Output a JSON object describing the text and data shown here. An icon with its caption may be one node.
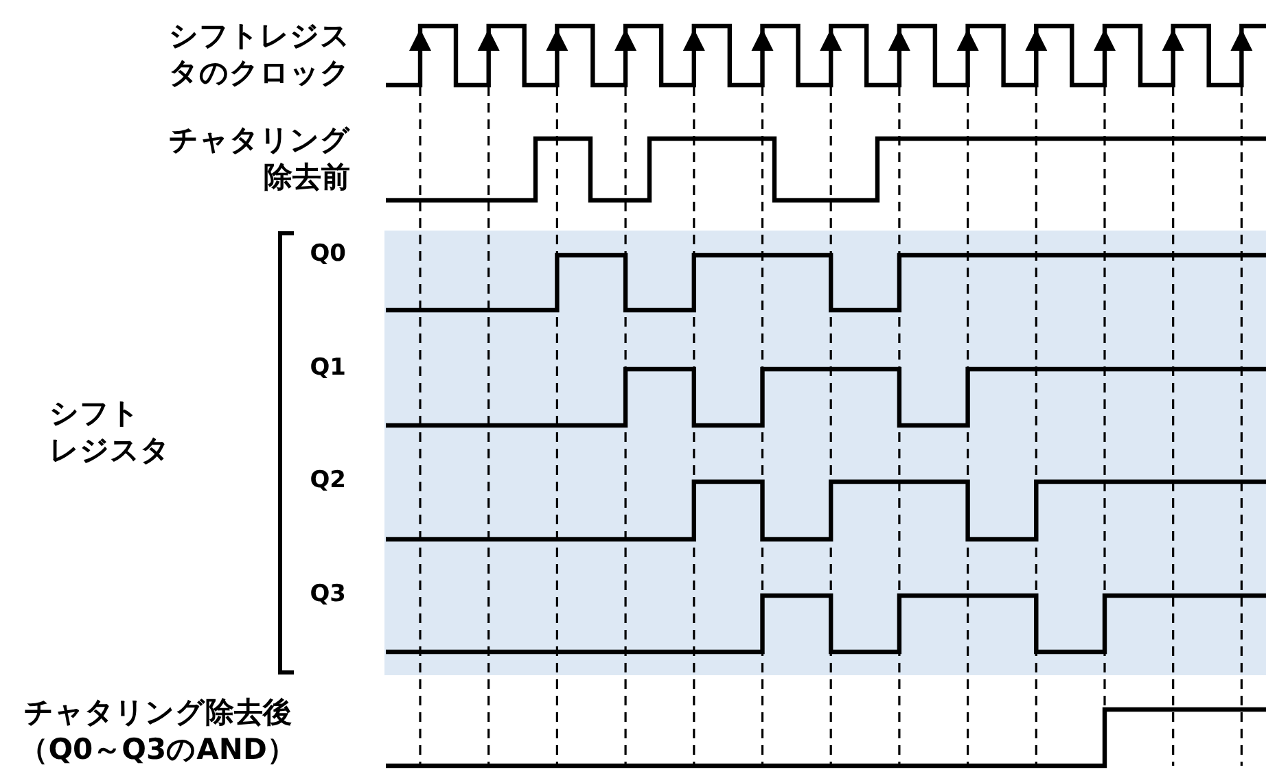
{
  "diagram": {
    "labels": [
      "シフトレジスタのクロック",
      "チャタリング除去前",
      "Q0",
      "Q1",
      "Q2",
      "Q3",
      "シフトレジスタ",
      "チャタリング除去後（Q0～Q3のAND）"
    ]
  }
}
